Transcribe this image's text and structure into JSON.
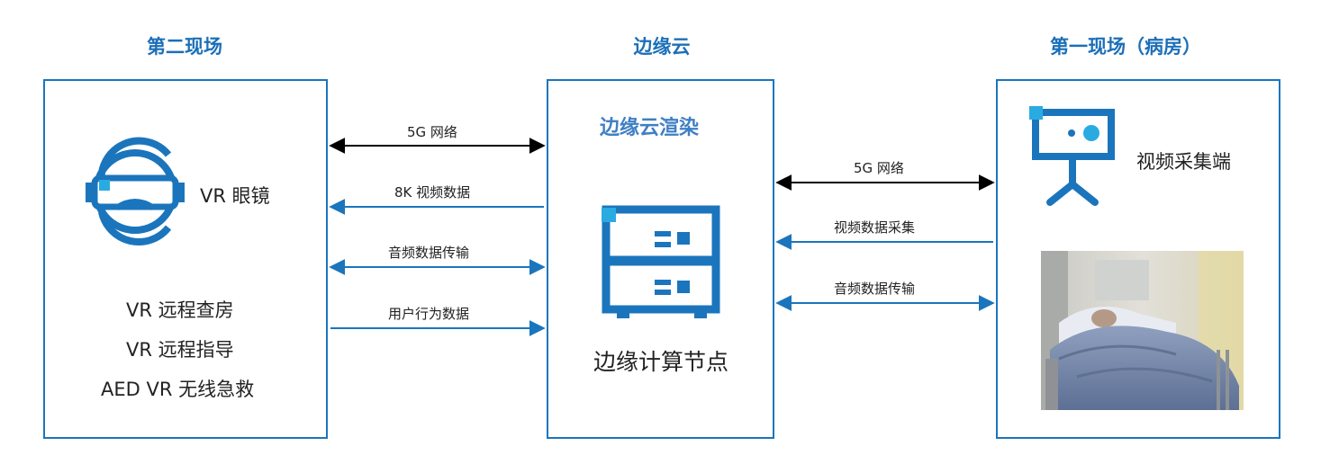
{
  "headings": {
    "left": "第二现场",
    "center": "边缘云",
    "right": "第一现场（病房）"
  },
  "left_panel": {
    "device_label": "VR 眼镜",
    "apps": [
      "VR 远程查房",
      "VR 远程指导",
      "AED VR 无线急救"
    ],
    "device_icon": "vr-headset-icon"
  },
  "center_panel": {
    "title": "边缘云渲染",
    "node_label": "边缘计算节点",
    "node_icon": "server-icon"
  },
  "right_panel": {
    "device_label": "视频采集端",
    "device_icon": "camera-tripod-icon",
    "photo": "hospital-ward-photo"
  },
  "links_left": [
    {
      "label": "5G 网络",
      "direction": "both"
    },
    {
      "label": "8K 视频数据",
      "direction": "to-left"
    },
    {
      "label": "音频数据传输",
      "direction": "both"
    },
    {
      "label": "用户行为数据",
      "direction": "to-right"
    }
  ],
  "links_right": [
    {
      "label": "5G 网络",
      "direction": "both"
    },
    {
      "label": "视频数据采集",
      "direction": "to-left"
    },
    {
      "label": "音频数据传输",
      "direction": "both"
    }
  ],
  "colors": {
    "accent": "#1b75bc",
    "light_accent": "#29abe2",
    "heading": "#1b6fb8",
    "title": "#3f7fc4"
  }
}
